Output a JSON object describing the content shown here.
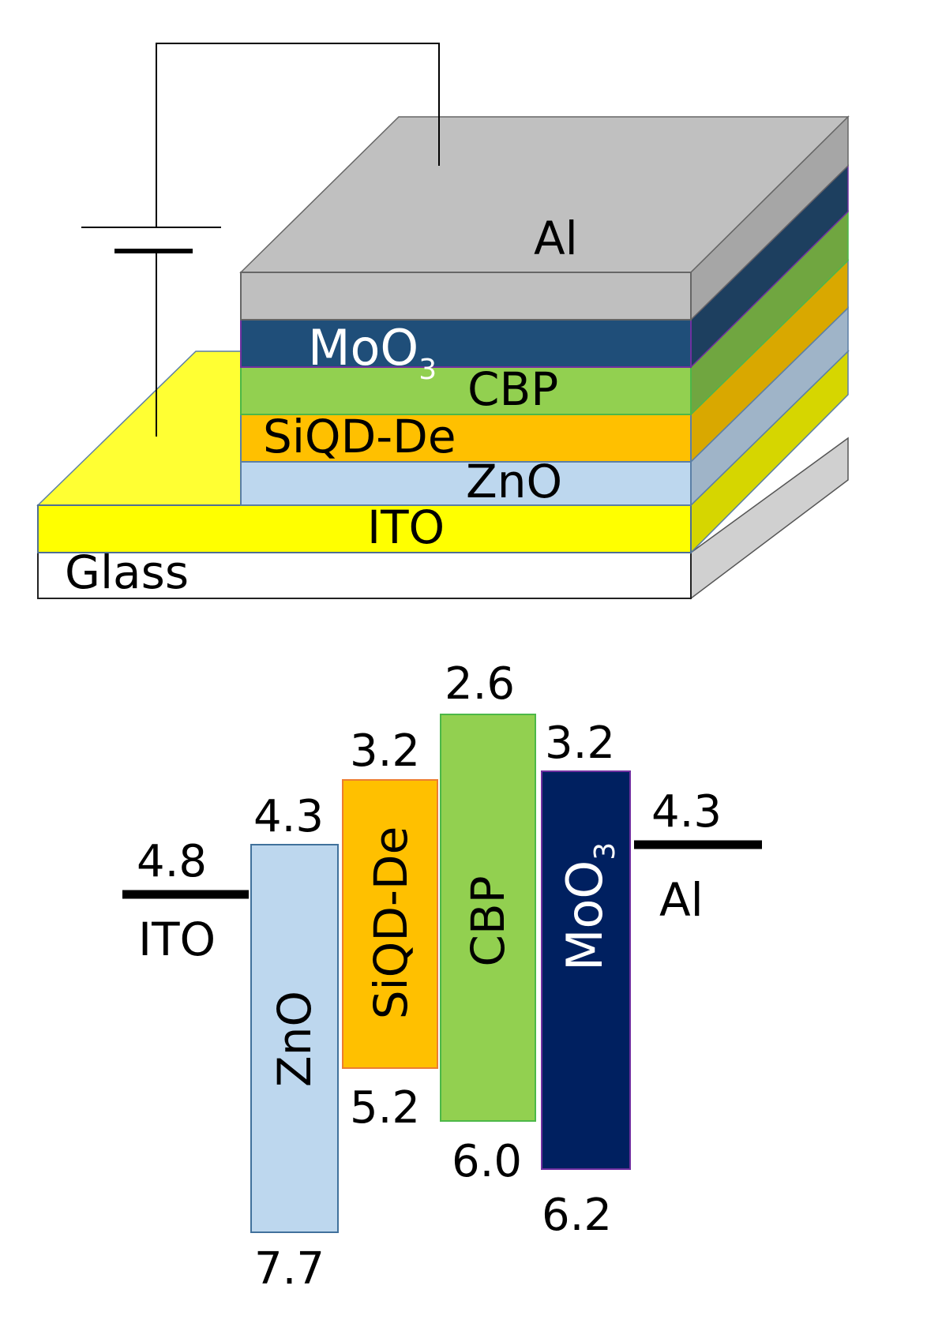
{
  "device_stack": {
    "layers": [
      {
        "key": "al",
        "label": "Al",
        "color": "#C0C0C0"
      },
      {
        "key": "moo3",
        "label_main": "MoO",
        "label_sub": "3",
        "color": "#1F4E79"
      },
      {
        "key": "cbp",
        "label": "CBP",
        "color": "#92D050"
      },
      {
        "key": "siqd",
        "label": "SiQD-De",
        "color": "#FFC000"
      },
      {
        "key": "zno",
        "label": "ZnO",
        "color": "#BDD7EE"
      },
      {
        "key": "ito",
        "label": "ITO",
        "color": "#FFFF00"
      },
      {
        "key": "glass",
        "label": "Glass",
        "color": "#FFFFFF"
      }
    ]
  },
  "band_diagram": {
    "electrodes": [
      {
        "key": "ito",
        "label": "ITO",
        "value": "4.8"
      },
      {
        "key": "al",
        "label": "Al",
        "value": "4.3"
      }
    ],
    "layers": [
      {
        "key": "zno",
        "label": "ZnO",
        "top": "4.3",
        "bottom": "7.7",
        "color": "#BDD7EE"
      },
      {
        "key": "siqd",
        "label": "SiQD-De",
        "top": "3.2",
        "bottom": "5.2",
        "color": "#FFC000"
      },
      {
        "key": "cbp",
        "label": "CBP",
        "top": "2.6",
        "bottom": "6.0",
        "color": "#92D050"
      },
      {
        "key": "moo3",
        "label_main": "MoO",
        "label_sub": "3",
        "top": "3.2",
        "bottom": "6.2",
        "color": "#002060"
      }
    ]
  }
}
